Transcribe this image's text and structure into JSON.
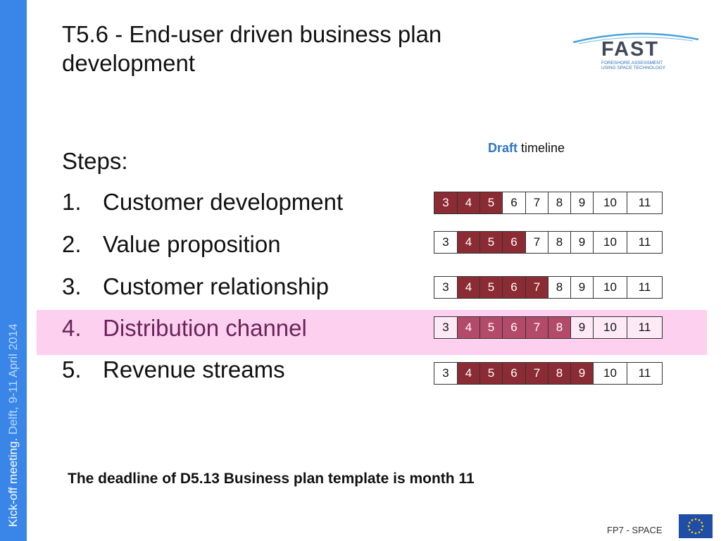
{
  "sidebar": {
    "text_a": "Kick-off meeting. ",
    "text_b": "Delft, 9-11 April 2014"
  },
  "title": "T5.6 - End-user driven business plan development",
  "logo": {
    "word": "FAST",
    "sub_line1": "FORESHORE ASSESSMENT",
    "sub_line2": "USING SPACE TECHNOLOGY"
  },
  "steps": {
    "heading": "Steps:",
    "items": [
      {
        "num": "1.",
        "label": "Customer development"
      },
      {
        "num": "2.",
        "label": "Value proposition"
      },
      {
        "num": "3.",
        "label": "Customer relationship"
      },
      {
        "num": "4.",
        "label": "Distribution channel"
      },
      {
        "num": "5.",
        "label": "Revenue streams"
      }
    ],
    "active_index": 3
  },
  "timeline": {
    "caption_draft": "Draft",
    "caption_rest": " timeline",
    "months": [
      "3",
      "4",
      "5",
      "6",
      "7",
      "8",
      "9",
      "10",
      "11"
    ],
    "rows": [
      {
        "active": [
          "3",
          "4",
          "5"
        ]
      },
      {
        "active": [
          "4",
          "5",
          "6"
        ]
      },
      {
        "active": [
          "4",
          "5",
          "6",
          "7"
        ]
      },
      {
        "active": [
          "4",
          "5",
          "6",
          "7",
          "8"
        ]
      },
      {
        "active": [
          "4",
          "5",
          "6",
          "7",
          "8",
          "9"
        ]
      }
    ]
  },
  "deadline": "The deadline of D5.13 Business plan template is month 11",
  "footer": {
    "label": "FP7 - SPACE"
  },
  "colors": {
    "sidebar": "#3a86e8",
    "active_cell": "#8b2b33",
    "highlight": "#fdd0f0",
    "draft": "#2e75c8"
  }
}
